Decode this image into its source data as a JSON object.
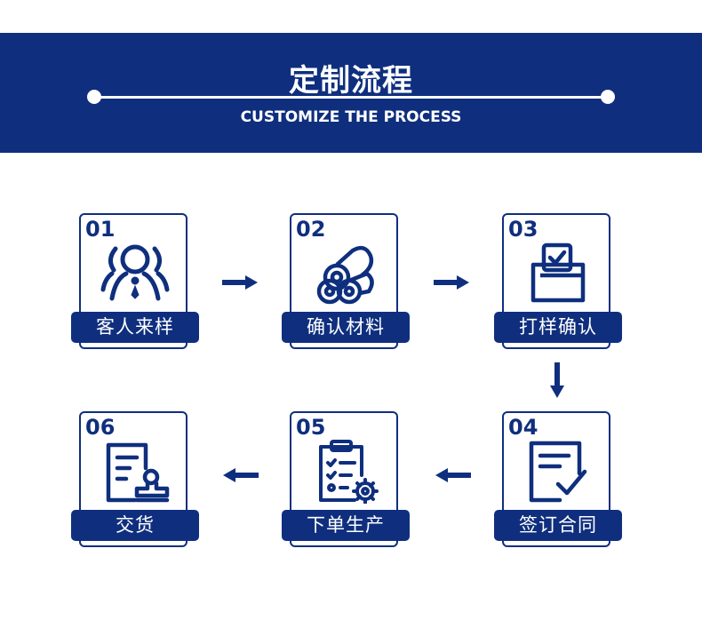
{
  "header": {
    "title": "定制流程",
    "subtitle": "CUSTOMIZE THE PROCESS"
  },
  "steps": [
    {
      "number": "01",
      "label": "客人来样",
      "icon": "customer-icon"
    },
    {
      "number": "02",
      "label": "确认材料",
      "icon": "material-rolls-icon"
    },
    {
      "number": "03",
      "label": "打样确认",
      "icon": "ballot-box-icon"
    },
    {
      "number": "04",
      "label": "签订合同",
      "icon": "contract-sign-icon"
    },
    {
      "number": "05",
      "label": "下单生产",
      "icon": "clipboard-gear-icon"
    },
    {
      "number": "06",
      "label": "交货",
      "icon": "document-stamp-icon"
    }
  ],
  "colors": {
    "primary": "#0f2f7e",
    "background": "#ffffff"
  }
}
